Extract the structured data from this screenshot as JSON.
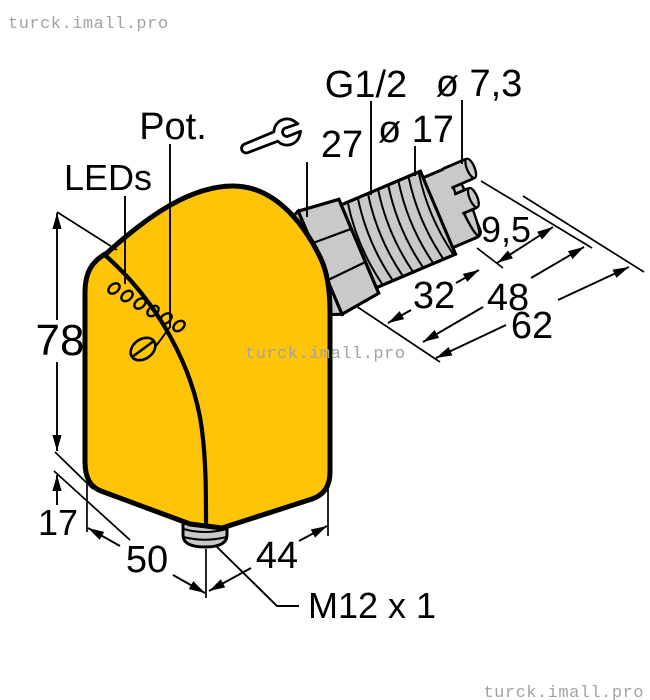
{
  "watermarks": {
    "top_left": "turck.imall.pro",
    "center": "turck.imall.pro",
    "bottom_right": "turck.imall.pro"
  },
  "labels": {
    "thread_size": "G1/2",
    "tip_diameter": "ø 7,3",
    "probe_diameter": "ø 17",
    "wrench_size": "27",
    "potentiometer": "Pot.",
    "leds": "LEDs",
    "connector_thread": "M12 x 1"
  },
  "dimensions": {
    "housing_height": "78",
    "base_height": "17",
    "housing_width": "50",
    "housing_depth": "44",
    "thread_length": "32",
    "probe_length": "48",
    "overall_length": "62",
    "tip_length": "9,5"
  },
  "colors": {
    "housing_yellow": "#fdc408",
    "metal_gray": "#c9c9c9",
    "outline_black": "#000000",
    "watermark_gray": "#a3a3a3"
  }
}
